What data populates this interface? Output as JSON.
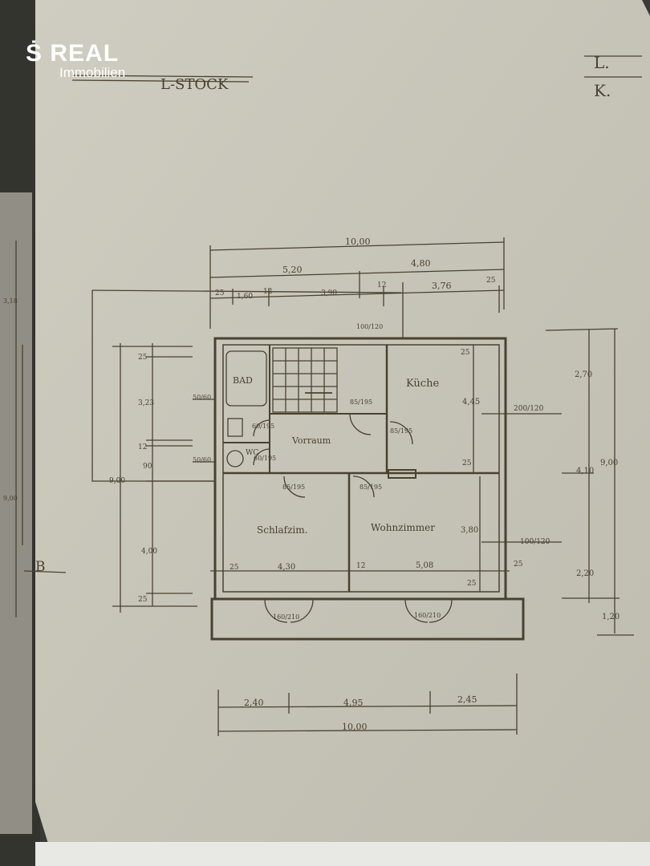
{
  "logo": {
    "brand": "REAL",
    "tagline": "Immobilien"
  },
  "sheet": {
    "title": "L-STOCK",
    "corner_note_1": "L.",
    "corner_note_2": "K.",
    "section_marker": "B"
  },
  "rooms": {
    "bath": "BAD",
    "kitchen": "Küche",
    "hall": "Vorraum",
    "bedroom": "Schlafzim.",
    "living": "Wohnzimmer",
    "wc": "WC"
  },
  "dimensions": {
    "top_total": "10,00",
    "top_left": "5,20",
    "top_right": "4,80",
    "top_seg_25": "25",
    "top_seg_160": "1,60",
    "top_seg_12a": "12",
    "top_seg_390": "3,90",
    "top_seg_12b": "12",
    "top_seg_376": "3,76",
    "top_seg_25b": "25",
    "stair_door": "100/120",
    "bath_win": "50/60",
    "wc_win": "50/60",
    "bath_door": "60/195",
    "wc_door": "60/195",
    "stair_door2": "85/195",
    "kitchen_door": "85/195",
    "bed_door": "85/195",
    "living_door": "85/195",
    "kitchen_width": "4,45",
    "kitchen_win": "200/120",
    "kitchen_25a": "25",
    "kitchen_25b": "25",
    "left_25a": "25",
    "left_323": "3,23",
    "left_12": "12",
    "left_90": "90",
    "left_400": "4,00",
    "left_25b": "25",
    "left_total": "9,00",
    "right_270": "2,70",
    "right_410": "4,10",
    "right_220": "2,20",
    "right_120": "1,20",
    "right_total": "9,00",
    "living_height": "3,80",
    "living_win": "100/120",
    "bed_width": "4,30",
    "bed_25": "25",
    "mid_12": "12",
    "living_width": "5,08",
    "living_25": "25",
    "living_25b": "25",
    "balcony_door1": "160/210",
    "balcony_door2": "160/210",
    "bottom_240": "2,40",
    "bottom_495": "4,95",
    "bottom_245": "2,45",
    "bottom_total": "10,00",
    "left_edge_a": "3,18",
    "left_edge_b": "9,00"
  },
  "colors": {
    "paper": "#c9c7ba",
    "ink": "#4a4130",
    "background": "#3a3a36"
  }
}
